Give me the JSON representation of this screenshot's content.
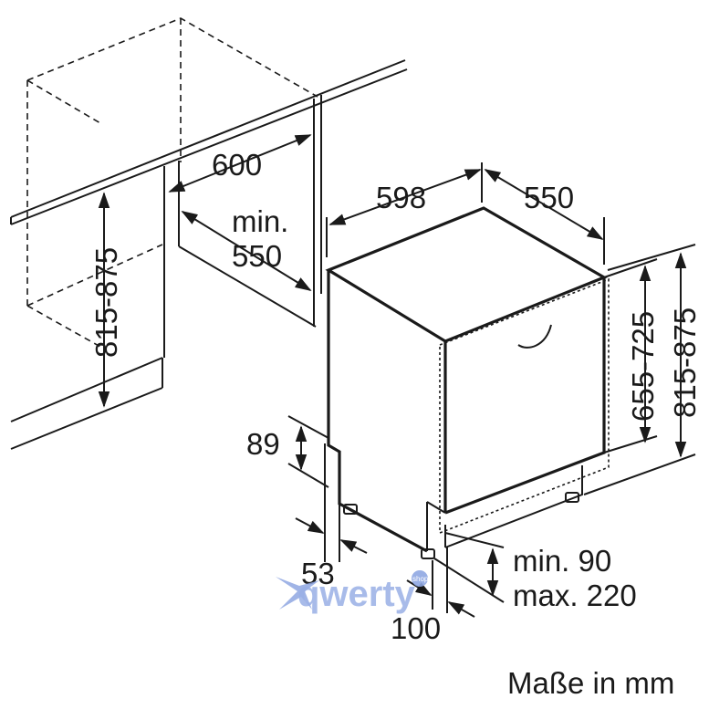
{
  "labels": {
    "width_600": "600",
    "niche_depth_min": "min.",
    "niche_depth_val": "550",
    "height_left": "815-875",
    "width_598": "598",
    "depth_550": "550",
    "height_655_725": "655-725",
    "height_815_875": "815-875",
    "plinth_89": "89",
    "offset_53": "53",
    "plinth_min": "min. 90",
    "plinth_max": "max. 220",
    "offset_100": "100",
    "units_note": "Maße in mm"
  },
  "watermark": {
    "text": "qwerty",
    "badge": "shop"
  }
}
